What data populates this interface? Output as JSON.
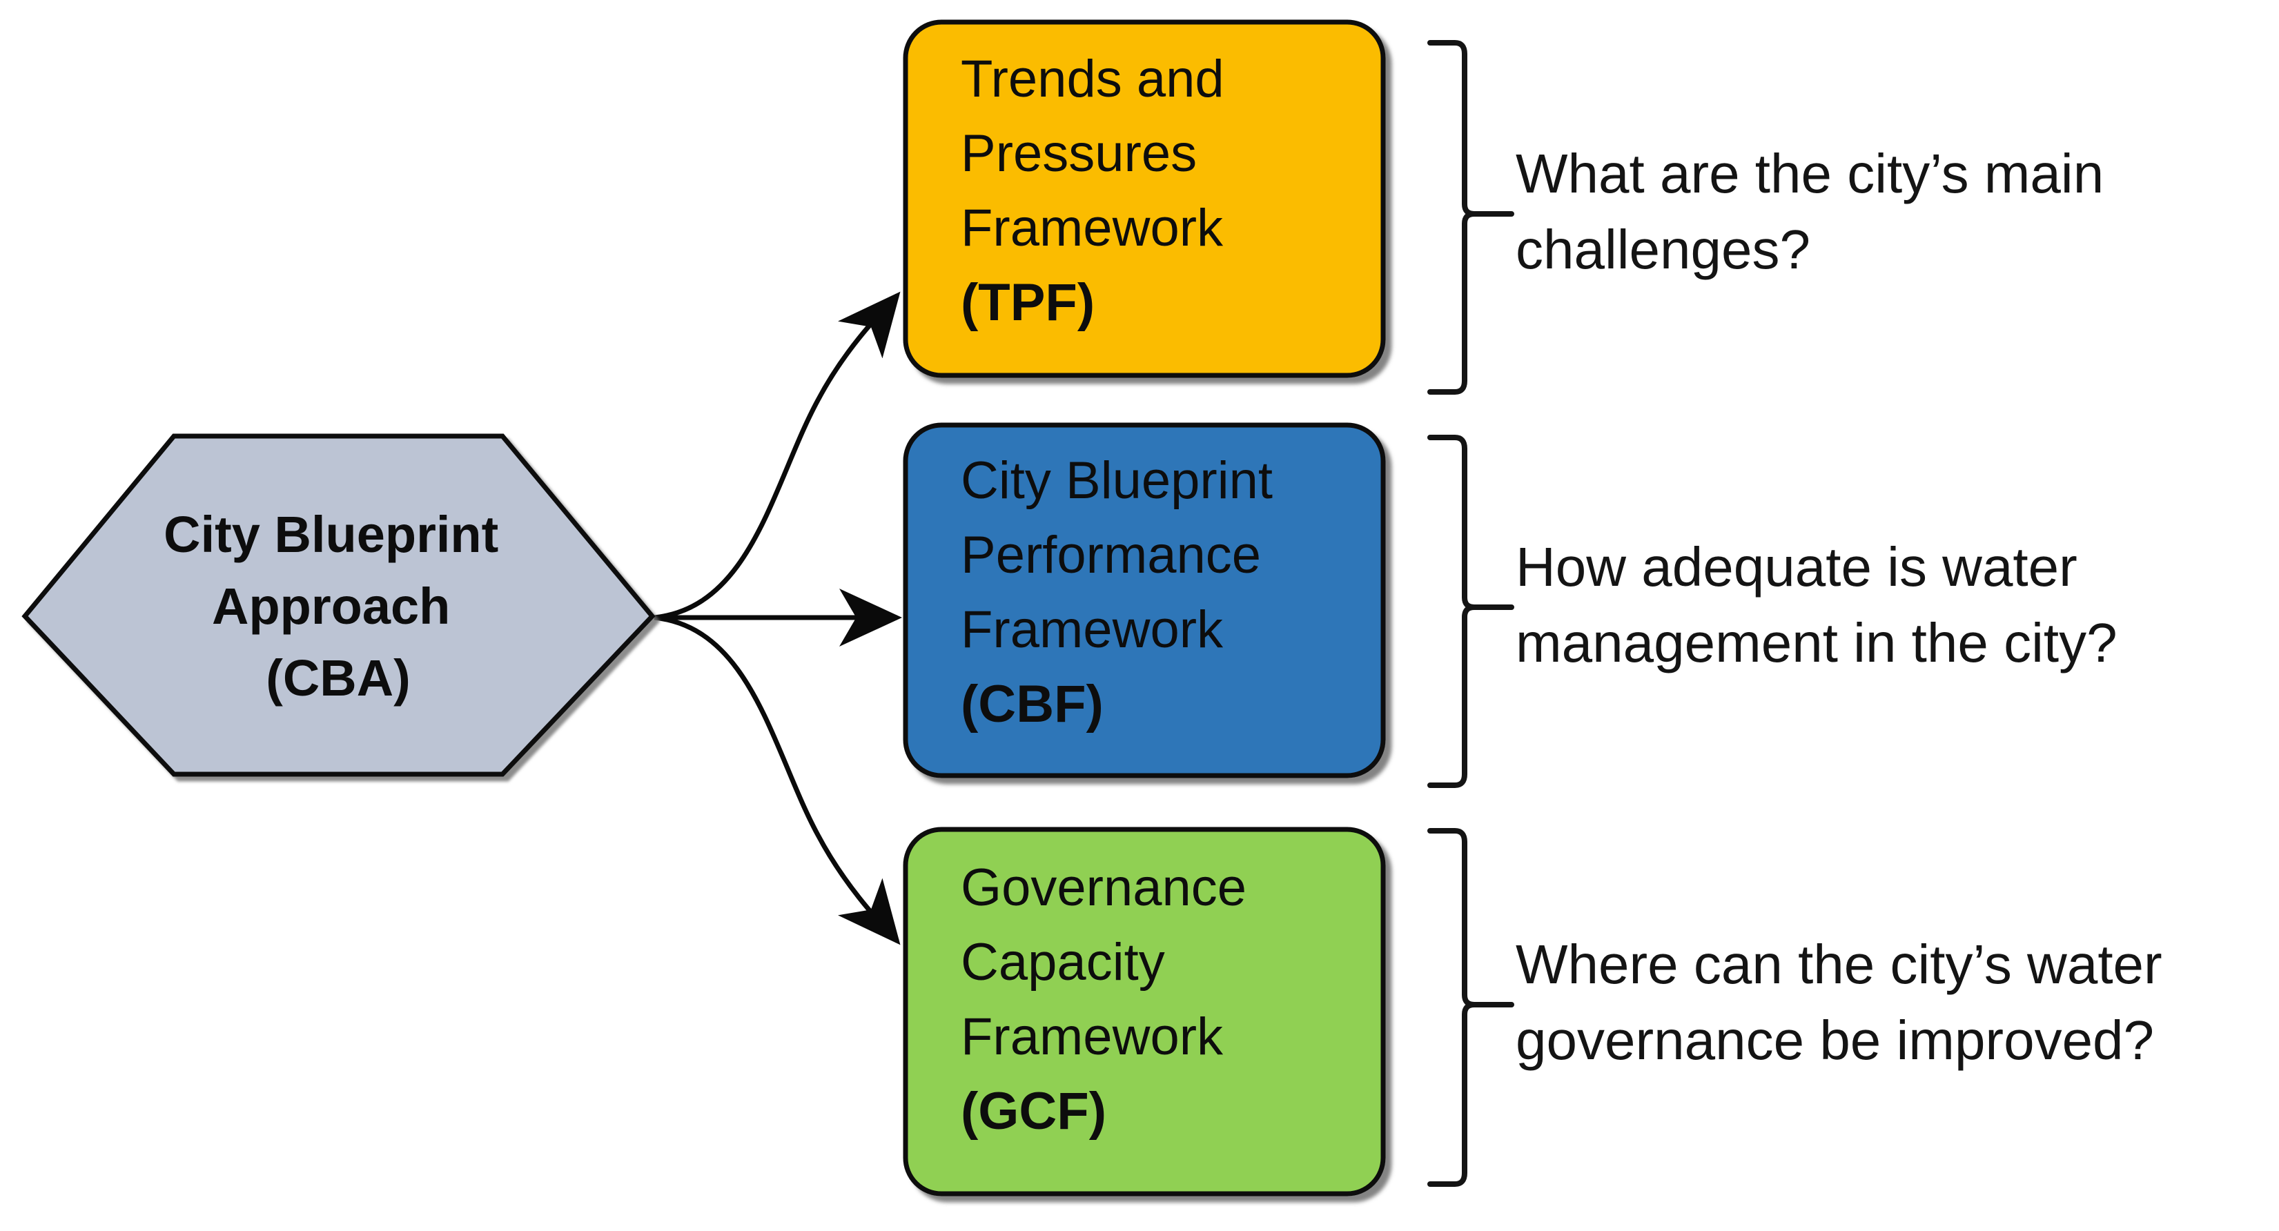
{
  "diagram": {
    "title": "City Blueprint Approach (CBA)",
    "type": "flow-diagram",
    "background_color": "#ffffff"
  },
  "source_node": {
    "name": "City Blueprint Approach",
    "line1": "City Blueprint",
    "line2": "Approach",
    "line3": "(CBA)",
    "shape": "hexagon",
    "fill_color": "#bcc4d4",
    "stroke_color": "#0a0a0a",
    "text_color": "#0d0d0d"
  },
  "frameworks": [
    {
      "id": "tpf",
      "line1": "Trends and",
      "line2": "Pressures",
      "line3": "Framework",
      "abbr": "(TPF)",
      "fill_color": "#fbbc06",
      "stroke_color": "#0a0a0a",
      "text_color": "#0d0d0d"
    },
    {
      "id": "cbf",
      "line1": "City Blueprint",
      "line2": "Performance",
      "line3": "Framework",
      "abbr": "(CBF)",
      "fill_color": "#2e76b8",
      "stroke_color": "#0a0a0a",
      "text_color": "#0d0d0d"
    },
    {
      "id": "gcf",
      "line1": "Governance",
      "line2": "Capacity",
      "line3": "Framework",
      "abbr": "(GCF)",
      "fill_color": "#90d052",
      "stroke_color": "#0a0a0a",
      "text_color": "#0d0d0d"
    }
  ],
  "questions": [
    {
      "id": "q-tpf",
      "line1": "What are the city’s main",
      "line2": "challenges?"
    },
    {
      "id": "q-cbf",
      "line1": "How adequate is water",
      "line2": "management in the city?"
    },
    {
      "id": "q-gcf",
      "line1": "Where can the city’s water",
      "line2": "governance be improved?"
    }
  ],
  "connectors": {
    "arrow_count": 3,
    "arrow_color": "#0a0a0a",
    "brace_color": "#141414"
  }
}
